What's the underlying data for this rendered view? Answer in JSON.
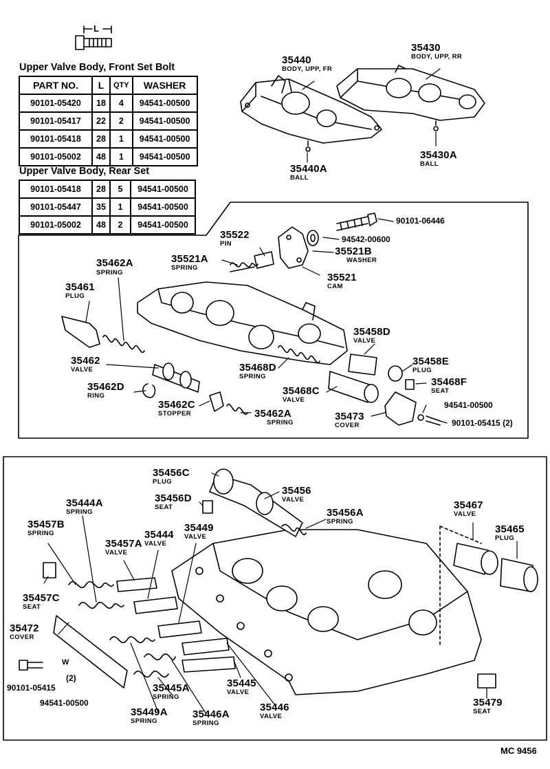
{
  "bolt_dim": "L",
  "front_table": {
    "title": "Upper Valve Body, Front Set Bolt",
    "headers": [
      "PART NO.",
      "L",
      "QTY",
      "WASHER"
    ],
    "rows": [
      [
        "90101-05420",
        "18",
        "4",
        "94541-00500"
      ],
      [
        "90101-05417",
        "22",
        "2",
        "94541-00500"
      ],
      [
        "90101-05418",
        "28",
        "1",
        "94541-00500"
      ],
      [
        "90101-05002",
        "48",
        "1",
        "94541-00500"
      ]
    ]
  },
  "rear_table": {
    "title": "Upper Valve Body, Rear Set",
    "rows": [
      [
        "90101-05418",
        "28",
        "5",
        "94541-00500"
      ],
      [
        "90101-05447",
        "35",
        "1",
        "94541-00500"
      ],
      [
        "90101-05002",
        "48",
        "2",
        "94541-00500"
      ]
    ]
  },
  "parts": {
    "p35440": {
      "num": "35440",
      "name": "BODY, UPP, FR"
    },
    "p35430": {
      "num": "35430",
      "name": "BODY, UPP, RR"
    },
    "p35440A": {
      "num": "35440A",
      "name": "BALL"
    },
    "p35430A": {
      "num": "35430A",
      "name": "BALL"
    },
    "p90101_06446": {
      "num": "90101-06446"
    },
    "p94542_00600": {
      "num": "94542-00600"
    },
    "p35522": {
      "num": "35522",
      "name": "PIN"
    },
    "p35521A": {
      "num": "35521A",
      "name": "SPRING"
    },
    "p35521B": {
      "num": "35521B",
      "name": "WASHER"
    },
    "p35521": {
      "num": "35521",
      "name": "CAM"
    },
    "p35462A_top": {
      "num": "35462A",
      "name": "SPRING"
    },
    "p35461": {
      "num": "35461",
      "name": "PLUG"
    },
    "p35462": {
      "num": "35462",
      "name": "VALVE"
    },
    "p35462D": {
      "num": "35462D",
      "name": "RING"
    },
    "p35462C": {
      "num": "35462C",
      "name": "STOPPER"
    },
    "p35462A_bot": {
      "num": "35462A",
      "name": "SPRING"
    },
    "p35458D": {
      "num": "35458D",
      "name": "VALVE"
    },
    "p35458E": {
      "num": "35458E",
      "name": "PLUG"
    },
    "p35468D": {
      "num": "35468D",
      "name": "SPRING"
    },
    "p35468F": {
      "num": "35468F",
      "name": "SEAT"
    },
    "p35468C": {
      "num": "35468C",
      "name": "VALVE"
    },
    "p94541_00500a": {
      "num": "94541-00500"
    },
    "p35473": {
      "num": "35473",
      "name": "COVER"
    },
    "p90101_05415a": {
      "num": "90101-05415 (2)"
    },
    "p35456C": {
      "num": "35456C",
      "name": "PLUG"
    },
    "p35456D": {
      "num": "35456D",
      "name": "SEAT"
    },
    "p35456": {
      "num": "35456",
      "name": "VALVE"
    },
    "p35456A": {
      "num": "35456A",
      "name": "SPRING"
    },
    "p35467": {
      "num": "35467",
      "name": "VALVE"
    },
    "p35465": {
      "num": "35465",
      "name": "PLUG"
    },
    "p35444A": {
      "num": "35444A",
      "name": "SPRING"
    },
    "p35457B": {
      "num": "35457B",
      "name": "SPRING"
    },
    "p35444": {
      "num": "35444",
      "name": "VALVE"
    },
    "p35449": {
      "num": "35449",
      "name": "VALVE"
    },
    "p35457A": {
      "num": "35457A",
      "name": "VALVE"
    },
    "p35457C": {
      "num": "35457C",
      "name": "SEAT"
    },
    "p35472": {
      "num": "35472",
      "name": "COVER"
    },
    "p90101_05415b": {
      "num": "90101-05415"
    },
    "qty2": {
      "num": "(2)"
    },
    "p94541_00500b": {
      "num": "94541-00500"
    },
    "p35445A": {
      "num": "35445A",
      "name": "SPRING"
    },
    "p35445": {
      "num": "35445",
      "name": "VALVE"
    },
    "p35449A": {
      "num": "35449A",
      "name": "SPRING"
    },
    "p35446A": {
      "num": "35446A",
      "name": "SPRING"
    },
    "p35446": {
      "num": "35446",
      "name": "VALVE"
    },
    "p35479": {
      "num": "35479",
      "name": "SEAT"
    }
  },
  "footer_code": "MC 9456"
}
